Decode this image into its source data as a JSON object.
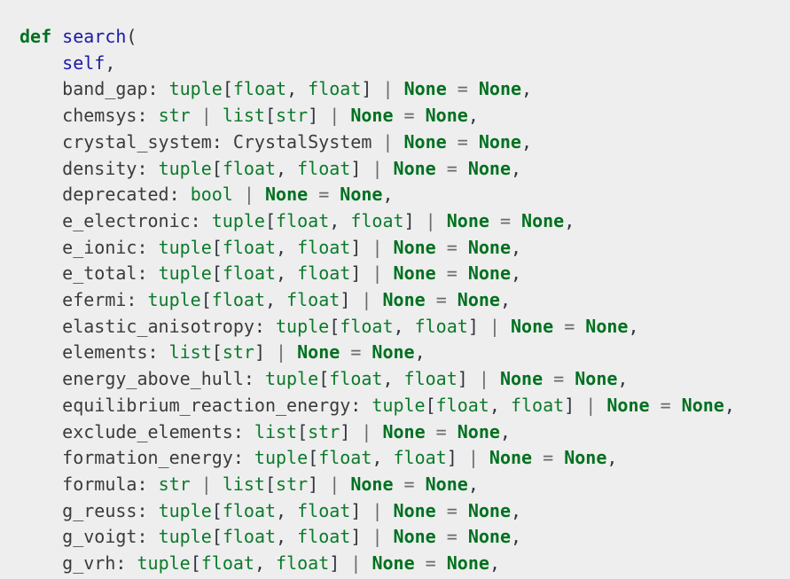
{
  "meta": {
    "description": "Syntax-highlighted Python function signature code block",
    "language": "python",
    "function_name": "search"
  },
  "colors": {
    "background": "#eeeeee",
    "keyword_green_bold": "#007020",
    "constant_green_bold": "#007020",
    "type_green": "#0b7a2a",
    "function_navy": "#1a1aa8",
    "self_navy": "#1a1aa8",
    "name_gray": "#3b3b3b",
    "operator_gray": "#6a6a6a",
    "punctuation_dark": "#30343c"
  },
  "code": {
    "lines": [
      [
        [
          "k",
          "def "
        ],
        [
          "f",
          "search"
        ],
        [
          "p",
          "("
        ]
      ],
      [
        [
          "w",
          "    "
        ],
        [
          "sf",
          "self"
        ],
        [
          "p",
          ","
        ]
      ],
      [
        [
          "w",
          "    "
        ],
        [
          "n",
          "band_gap"
        ],
        [
          "p",
          ": "
        ],
        [
          "t",
          "tuple"
        ],
        [
          "p",
          "["
        ],
        [
          "t",
          "float"
        ],
        [
          "p",
          ", "
        ],
        [
          "t",
          "float"
        ],
        [
          "p",
          "] "
        ],
        [
          "o",
          "| "
        ],
        [
          "c",
          "None"
        ],
        [
          "o",
          " = "
        ],
        [
          "c",
          "None"
        ],
        [
          "p",
          ","
        ]
      ],
      [
        [
          "w",
          "    "
        ],
        [
          "n",
          "chemsys"
        ],
        [
          "p",
          ": "
        ],
        [
          "t",
          "str"
        ],
        [
          "o",
          " | "
        ],
        [
          "t",
          "list"
        ],
        [
          "p",
          "["
        ],
        [
          "t",
          "str"
        ],
        [
          "p",
          "] "
        ],
        [
          "o",
          "| "
        ],
        [
          "c",
          "None"
        ],
        [
          "o",
          " = "
        ],
        [
          "c",
          "None"
        ],
        [
          "p",
          ","
        ]
      ],
      [
        [
          "w",
          "    "
        ],
        [
          "n",
          "crystal_system"
        ],
        [
          "p",
          ": "
        ],
        [
          "n",
          "CrystalSystem"
        ],
        [
          "o",
          " | "
        ],
        [
          "c",
          "None"
        ],
        [
          "o",
          " = "
        ],
        [
          "c",
          "None"
        ],
        [
          "p",
          ","
        ]
      ],
      [
        [
          "w",
          "    "
        ],
        [
          "n",
          "density"
        ],
        [
          "p",
          ": "
        ],
        [
          "t",
          "tuple"
        ],
        [
          "p",
          "["
        ],
        [
          "t",
          "float"
        ],
        [
          "p",
          ", "
        ],
        [
          "t",
          "float"
        ],
        [
          "p",
          "] "
        ],
        [
          "o",
          "| "
        ],
        [
          "c",
          "None"
        ],
        [
          "o",
          " = "
        ],
        [
          "c",
          "None"
        ],
        [
          "p",
          ","
        ]
      ],
      [
        [
          "w",
          "    "
        ],
        [
          "n",
          "deprecated"
        ],
        [
          "p",
          ": "
        ],
        [
          "t",
          "bool"
        ],
        [
          "o",
          " | "
        ],
        [
          "c",
          "None"
        ],
        [
          "o",
          " = "
        ],
        [
          "c",
          "None"
        ],
        [
          "p",
          ","
        ]
      ],
      [
        [
          "w",
          "    "
        ],
        [
          "n",
          "e_electronic"
        ],
        [
          "p",
          ": "
        ],
        [
          "t",
          "tuple"
        ],
        [
          "p",
          "["
        ],
        [
          "t",
          "float"
        ],
        [
          "p",
          ", "
        ],
        [
          "t",
          "float"
        ],
        [
          "p",
          "] "
        ],
        [
          "o",
          "| "
        ],
        [
          "c",
          "None"
        ],
        [
          "o",
          " = "
        ],
        [
          "c",
          "None"
        ],
        [
          "p",
          ","
        ]
      ],
      [
        [
          "w",
          "    "
        ],
        [
          "n",
          "e_ionic"
        ],
        [
          "p",
          ": "
        ],
        [
          "t",
          "tuple"
        ],
        [
          "p",
          "["
        ],
        [
          "t",
          "float"
        ],
        [
          "p",
          ", "
        ],
        [
          "t",
          "float"
        ],
        [
          "p",
          "] "
        ],
        [
          "o",
          "| "
        ],
        [
          "c",
          "None"
        ],
        [
          "o",
          " = "
        ],
        [
          "c",
          "None"
        ],
        [
          "p",
          ","
        ]
      ],
      [
        [
          "w",
          "    "
        ],
        [
          "n",
          "e_total"
        ],
        [
          "p",
          ": "
        ],
        [
          "t",
          "tuple"
        ],
        [
          "p",
          "["
        ],
        [
          "t",
          "float"
        ],
        [
          "p",
          ", "
        ],
        [
          "t",
          "float"
        ],
        [
          "p",
          "] "
        ],
        [
          "o",
          "| "
        ],
        [
          "c",
          "None"
        ],
        [
          "o",
          " = "
        ],
        [
          "c",
          "None"
        ],
        [
          "p",
          ","
        ]
      ],
      [
        [
          "w",
          "    "
        ],
        [
          "n",
          "efermi"
        ],
        [
          "p",
          ": "
        ],
        [
          "t",
          "tuple"
        ],
        [
          "p",
          "["
        ],
        [
          "t",
          "float"
        ],
        [
          "p",
          ", "
        ],
        [
          "t",
          "float"
        ],
        [
          "p",
          "] "
        ],
        [
          "o",
          "| "
        ],
        [
          "c",
          "None"
        ],
        [
          "o",
          " = "
        ],
        [
          "c",
          "None"
        ],
        [
          "p",
          ","
        ]
      ],
      [
        [
          "w",
          "    "
        ],
        [
          "n",
          "elastic_anisotropy"
        ],
        [
          "p",
          ": "
        ],
        [
          "t",
          "tuple"
        ],
        [
          "p",
          "["
        ],
        [
          "t",
          "float"
        ],
        [
          "p",
          ", "
        ],
        [
          "t",
          "float"
        ],
        [
          "p",
          "] "
        ],
        [
          "o",
          "| "
        ],
        [
          "c",
          "None"
        ],
        [
          "o",
          " = "
        ],
        [
          "c",
          "None"
        ],
        [
          "p",
          ","
        ]
      ],
      [
        [
          "w",
          "    "
        ],
        [
          "n",
          "elements"
        ],
        [
          "p",
          ": "
        ],
        [
          "t",
          "list"
        ],
        [
          "p",
          "["
        ],
        [
          "t",
          "str"
        ],
        [
          "p",
          "] "
        ],
        [
          "o",
          "| "
        ],
        [
          "c",
          "None"
        ],
        [
          "o",
          " = "
        ],
        [
          "c",
          "None"
        ],
        [
          "p",
          ","
        ]
      ],
      [
        [
          "w",
          "    "
        ],
        [
          "n",
          "energy_above_hull"
        ],
        [
          "p",
          ": "
        ],
        [
          "t",
          "tuple"
        ],
        [
          "p",
          "["
        ],
        [
          "t",
          "float"
        ],
        [
          "p",
          ", "
        ],
        [
          "t",
          "float"
        ],
        [
          "p",
          "] "
        ],
        [
          "o",
          "| "
        ],
        [
          "c",
          "None"
        ],
        [
          "o",
          " = "
        ],
        [
          "c",
          "None"
        ],
        [
          "p",
          ","
        ]
      ],
      [
        [
          "w",
          "    "
        ],
        [
          "n",
          "equilibrium_reaction_energy"
        ],
        [
          "p",
          ": "
        ],
        [
          "t",
          "tuple"
        ],
        [
          "p",
          "["
        ],
        [
          "t",
          "float"
        ],
        [
          "p",
          ", "
        ],
        [
          "t",
          "float"
        ],
        [
          "p",
          "] "
        ],
        [
          "o",
          "| "
        ],
        [
          "c",
          "None"
        ],
        [
          "o",
          " = "
        ],
        [
          "c",
          "None"
        ],
        [
          "p",
          ","
        ]
      ],
      [
        [
          "w",
          "    "
        ],
        [
          "n",
          "exclude_elements"
        ],
        [
          "p",
          ": "
        ],
        [
          "t",
          "list"
        ],
        [
          "p",
          "["
        ],
        [
          "t",
          "str"
        ],
        [
          "p",
          "] "
        ],
        [
          "o",
          "| "
        ],
        [
          "c",
          "None"
        ],
        [
          "o",
          " = "
        ],
        [
          "c",
          "None"
        ],
        [
          "p",
          ","
        ]
      ],
      [
        [
          "w",
          "    "
        ],
        [
          "n",
          "formation_energy"
        ],
        [
          "p",
          ": "
        ],
        [
          "t",
          "tuple"
        ],
        [
          "p",
          "["
        ],
        [
          "t",
          "float"
        ],
        [
          "p",
          ", "
        ],
        [
          "t",
          "float"
        ],
        [
          "p",
          "] "
        ],
        [
          "o",
          "| "
        ],
        [
          "c",
          "None"
        ],
        [
          "o",
          " = "
        ],
        [
          "c",
          "None"
        ],
        [
          "p",
          ","
        ]
      ],
      [
        [
          "w",
          "    "
        ],
        [
          "n",
          "formula"
        ],
        [
          "p",
          ": "
        ],
        [
          "t",
          "str"
        ],
        [
          "o",
          " | "
        ],
        [
          "t",
          "list"
        ],
        [
          "p",
          "["
        ],
        [
          "t",
          "str"
        ],
        [
          "p",
          "] "
        ],
        [
          "o",
          "| "
        ],
        [
          "c",
          "None"
        ],
        [
          "o",
          " = "
        ],
        [
          "c",
          "None"
        ],
        [
          "p",
          ","
        ]
      ],
      [
        [
          "w",
          "    "
        ],
        [
          "n",
          "g_reuss"
        ],
        [
          "p",
          ": "
        ],
        [
          "t",
          "tuple"
        ],
        [
          "p",
          "["
        ],
        [
          "t",
          "float"
        ],
        [
          "p",
          ", "
        ],
        [
          "t",
          "float"
        ],
        [
          "p",
          "] "
        ],
        [
          "o",
          "| "
        ],
        [
          "c",
          "None"
        ],
        [
          "o",
          " = "
        ],
        [
          "c",
          "None"
        ],
        [
          "p",
          ","
        ]
      ],
      [
        [
          "w",
          "    "
        ],
        [
          "n",
          "g_voigt"
        ],
        [
          "p",
          ": "
        ],
        [
          "t",
          "tuple"
        ],
        [
          "p",
          "["
        ],
        [
          "t",
          "float"
        ],
        [
          "p",
          ", "
        ],
        [
          "t",
          "float"
        ],
        [
          "p",
          "] "
        ],
        [
          "o",
          "| "
        ],
        [
          "c",
          "None"
        ],
        [
          "o",
          " = "
        ],
        [
          "c",
          "None"
        ],
        [
          "p",
          ","
        ]
      ],
      [
        [
          "w",
          "    "
        ],
        [
          "n",
          "g_vrh"
        ],
        [
          "p",
          ": "
        ],
        [
          "t",
          "tuple"
        ],
        [
          "p",
          "["
        ],
        [
          "t",
          "float"
        ],
        [
          "p",
          ", "
        ],
        [
          "t",
          "float"
        ],
        [
          "p",
          "] "
        ],
        [
          "o",
          "| "
        ],
        [
          "c",
          "None"
        ],
        [
          "o",
          " = "
        ],
        [
          "c",
          "None"
        ],
        [
          "p",
          ","
        ]
      ]
    ]
  }
}
